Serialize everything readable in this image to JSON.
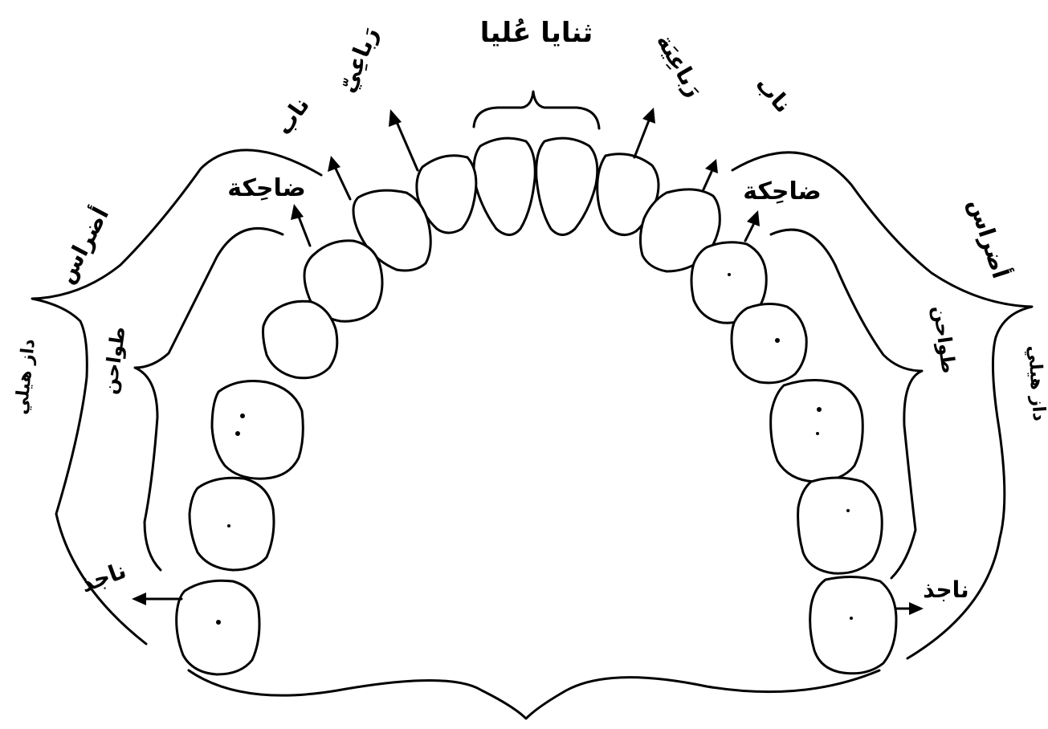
{
  "diagram": {
    "labels": {
      "upper_central_incisors": "ثنايا عُليا",
      "lateral_incisor_left": "رَباعِيّ",
      "lateral_incisor_right": "رَباعِيَة",
      "canine_left": "ناب",
      "canine_right": "ناب",
      "first_premolar_left": "ضاحِكة",
      "first_premolar_right": "ضاحِكة",
      "molars_left": "أضراس",
      "molars_right": "أضراس",
      "grinders_left": "طواحن",
      "grinders_right": "طواحن",
      "wisdom_left": "ناجذ",
      "wisdom_right": "ناجذ",
      "back_molars_left": "داز هيلي",
      "back_molars_right": "داز هيلي"
    },
    "colors": {
      "stroke": "#000000",
      "background": "#ffffff"
    }
  }
}
